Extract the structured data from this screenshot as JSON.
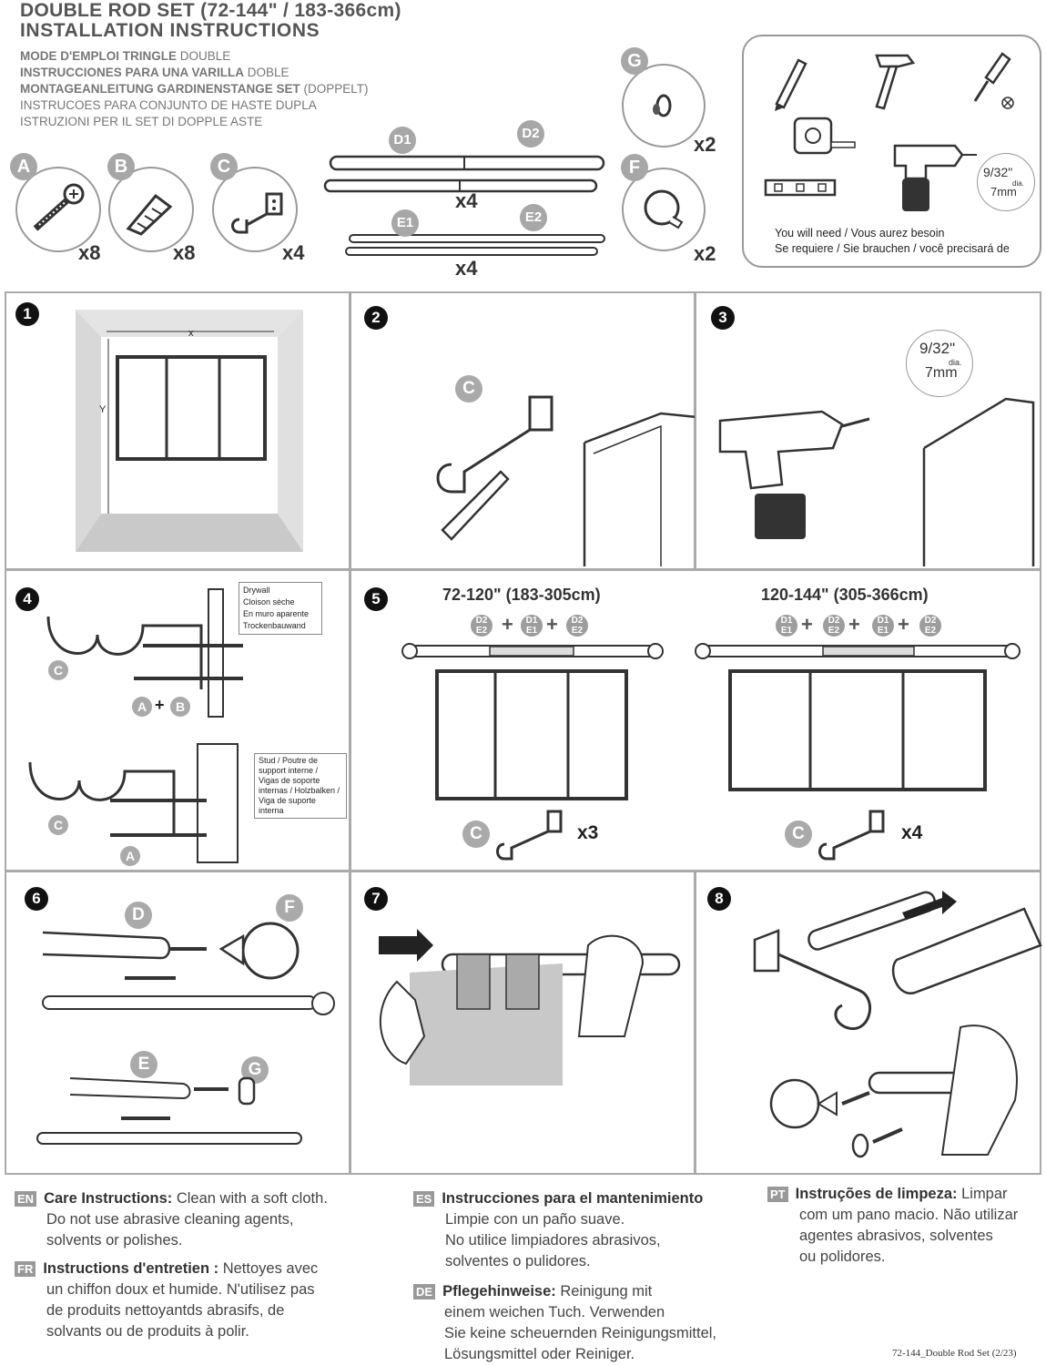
{
  "header": {
    "title_line1": "DOUBLE ROD SET (72-144\" / 183-366cm)",
    "title_line2": "INSTALLATION INSTRUCTIONS",
    "languages": [
      {
        "bold": "MODE D'EMPLOI TRINGLE",
        "rest": " DOUBLE"
      },
      {
        "bold": "INSTRUCCIONES PARA UNA VARILLA",
        "rest": " DOBLE"
      },
      {
        "bold": "MONTAGEANLEITUNG GARDINENSTANGE SET",
        "rest": " (DOPPELT)"
      },
      {
        "bold": "",
        "rest": "INSTRUCOES PARA CONJUNTO DE HASTE DUPLA"
      },
      {
        "bold": "",
        "rest": "ISTRUZIONI  PER  IL  SET  DI  DOPPLE  ASTE"
      }
    ]
  },
  "parts": {
    "A": {
      "label": "A",
      "qty": "x8",
      "icon": "screw-icon"
    },
    "B": {
      "label": "B",
      "qty": "x8",
      "icon": "wall-anchor-icon"
    },
    "C": {
      "label": "C",
      "qty": "x4",
      "icon": "bracket-icon"
    },
    "D": {
      "label1": "D1",
      "label2": "D2",
      "qty": "x4"
    },
    "E": {
      "label1": "E1",
      "label2": "E2",
      "qty": "x4"
    },
    "G": {
      "label": "G",
      "qty": "x2",
      "icon": "small-finial-icon"
    },
    "F": {
      "label": "F",
      "qty": "x2",
      "icon": "ball-finial-icon"
    }
  },
  "tools": {
    "drill_size": "9/32\"",
    "drill_dia": "dia.",
    "drill_mm": "7mm",
    "needed_line1": "You will need / Vous aurez besoin",
    "needed_line2": "Se requiere / Sie brauchen / você precisará de"
  },
  "steps": {
    "s1": {
      "num": "1",
      "x": "x",
      "y": "Y"
    },
    "s2": {
      "num": "2",
      "badge": "C"
    },
    "s3": {
      "num": "3",
      "size": "9/32\"",
      "dia": "dia.",
      "mm": "7mm"
    },
    "s4": {
      "num": "4",
      "badge_c1": "C",
      "badge_c2": "C",
      "badge_a": "A",
      "badge_b": "B",
      "plus": "+",
      "badge_a2": "A",
      "drywall": [
        "Drywall",
        "Cloison sèche",
        "En muro aparente",
        "Trockenbauwand"
      ],
      "stud": [
        "Stud / Poutre de",
        "support interne /",
        "Vigas de soporte",
        "internas / Holzbalken /",
        "Viga de suporte interna"
      ]
    },
    "s5": {
      "num": "5",
      "left_range": "72-120\" (183-305cm)",
      "right_range": "120-144\" (305-366cm)",
      "left_seq": [
        [
          "D2",
          "E2"
        ],
        [
          "D1",
          "E1"
        ],
        [
          "D2",
          "E2"
        ]
      ],
      "right_seq": [
        [
          "D1",
          "E1"
        ],
        [
          "D2",
          "E2"
        ],
        [
          "D1",
          "E1"
        ],
        [
          "D2",
          "E2"
        ]
      ],
      "left_badge": "C",
      "left_qty": "x3",
      "right_badge": "C",
      "right_qty": "x4",
      "plus": "+"
    },
    "s6": {
      "num": "6",
      "d": "D",
      "f": "F",
      "e": "E",
      "g": "G"
    },
    "s7": {
      "num": "7"
    },
    "s8": {
      "num": "8"
    }
  },
  "care": {
    "en": {
      "lang": "EN",
      "title": "Care Instructions:",
      "text": [
        " Clean with a soft cloth.",
        "Do not use abrasive cleaning agents,",
        "solvents or polishes."
      ]
    },
    "fr": {
      "lang": "FR",
      "title": "Instructions d'entretien :",
      "text": [
        " Nettoyes avec",
        "un chiffon doux et humide. N'utilisez pas",
        "de produits nettoyantds abrasifs, de",
        "solvants ou de produits à polir."
      ]
    },
    "es": {
      "lang": "ES",
      "title": "Instrucciones para el mantenimiento",
      "text": [
        "Limpie con un paño suave.",
        "No utilice limpiadores abrasivos,",
        "solventes o pulidores."
      ]
    },
    "de": {
      "lang": "DE",
      "title": "Pflegehinweise:",
      "text": [
        " Reinigung mit",
        "einem weichen Tuch. Verwenden",
        "Sie keine scheuernden Reinigungsmittel,",
        "Lösungsmittel oder Reiniger."
      ]
    },
    "pt": {
      "lang": "PT",
      "title": "Instruções de limpeza:",
      "text": [
        " Limpar",
        "com um pano macio. Não utilizar",
        "agentes abrasivos, solventes",
        "ou polidores."
      ]
    }
  },
  "footer": "72-144_Double Rod Set (2/23)",
  "colors": {
    "badge_gray": "#a7a7a7",
    "border_gray": "#aaaaaa",
    "curtain_gray": "#c8c8c8"
  }
}
